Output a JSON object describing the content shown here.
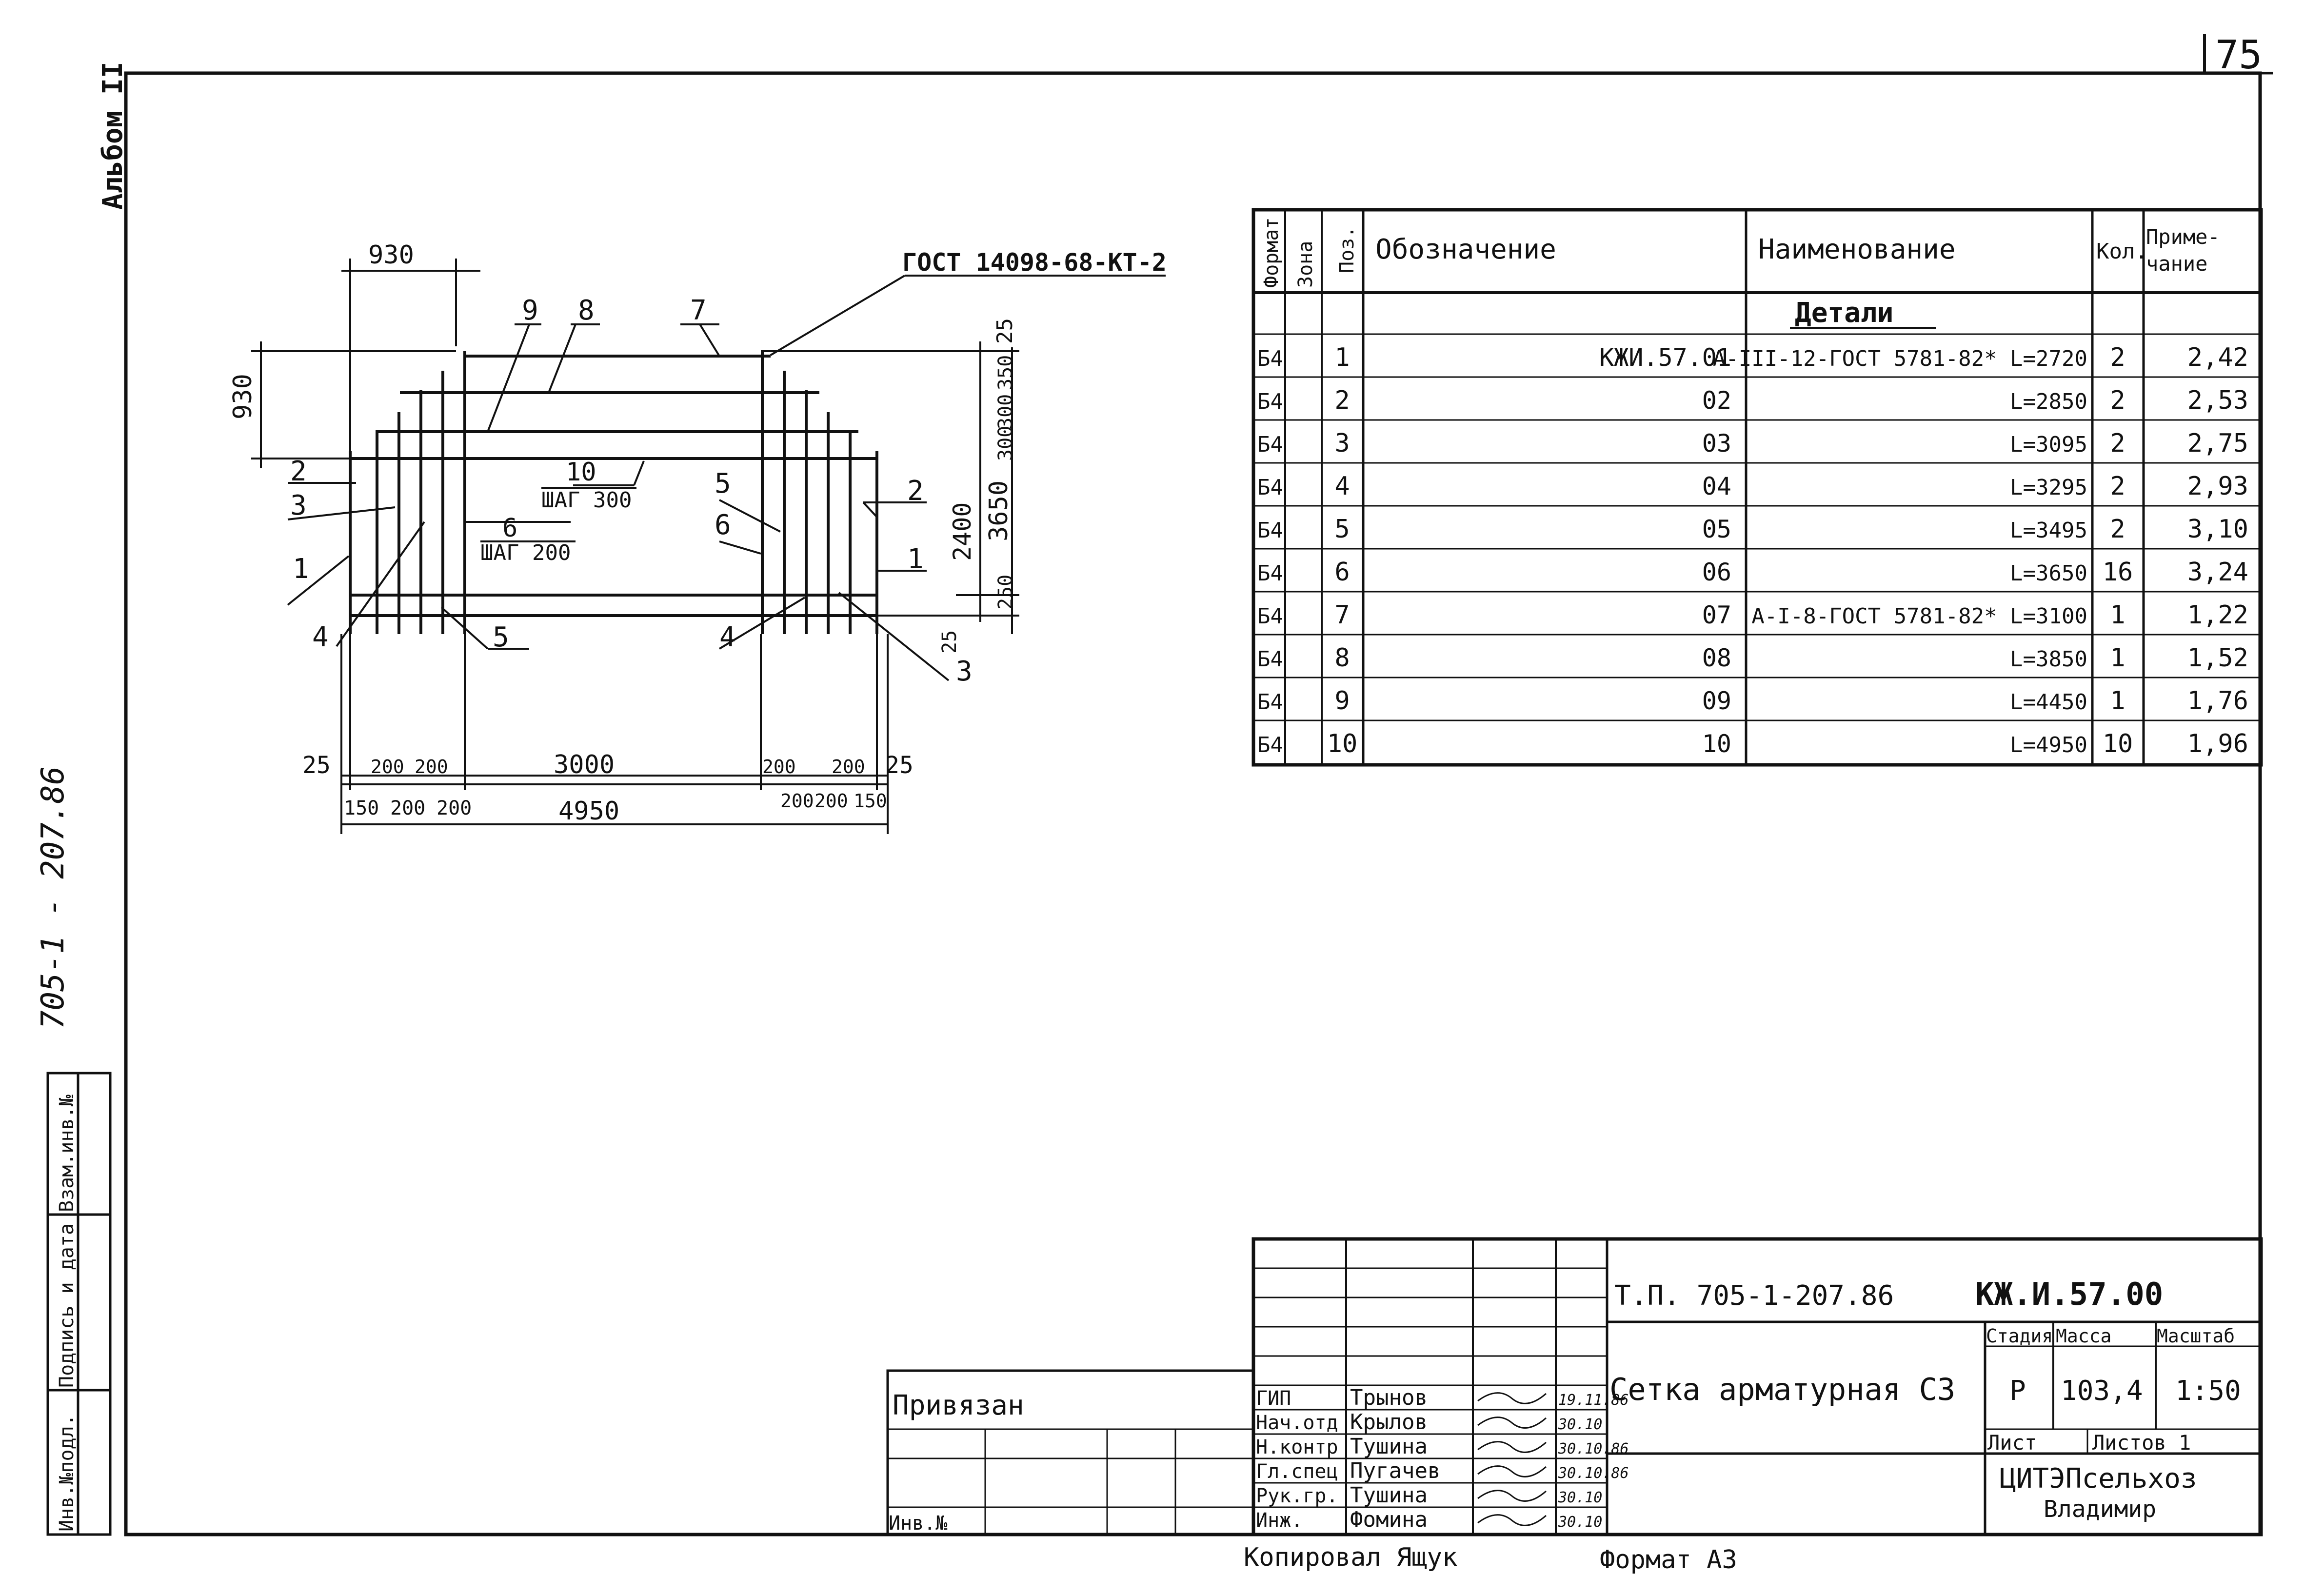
{
  "sheet": {
    "page_number": "75",
    "album": "Альбом II",
    "side_code": "705-1 - 207.86",
    "copied": "Копировал Ящук",
    "format": "Формат А3"
  },
  "left_stamp": {
    "cells": [
      "Инв.№подл.",
      "Подпись и дата",
      "Взам.инв.№"
    ]
  },
  "drawing": {
    "gost_ref": "ГОСТ 14098-68-КТ-2",
    "dims": {
      "top_930": "930",
      "left_930": "930",
      "right_25": "25",
      "right_350a": "350",
      "right_300a": "300",
      "right_300b": "300",
      "right_2400": "2400",
      "right_250": "250",
      "right_3650": "3650",
      "bottom_25r": "25",
      "b_25": "25",
      "b_200a": "200",
      "b_200b": "200",
      "b_3000": "3000",
      "b_200c": "200",
      "b_200d": "200",
      "b_25b": "25",
      "b_150": "150",
      "b_200e": "200",
      "b_200f": "200",
      "b_200g": "200",
      "b_200h": "200",
      "b_150b": "150",
      "b_4950": "4950"
    },
    "callouts": {
      "c9": "9",
      "c8": "8",
      "c7": "7",
      "c2l": "2",
      "c3l": "3",
      "c1l": "1",
      "c4l": "4",
      "c5m": "5",
      "c10": "10",
      "step300": "ШАГ 300",
      "c6": "6",
      "step200": "ШАГ 200",
      "c5r": "5",
      "c6r": "6",
      "c2r": "2",
      "c1r": "1",
      "c4r": "4",
      "c3r": "3"
    }
  },
  "spec_table": {
    "headers": {
      "format": "Формат",
      "zone": "Зона",
      "pos": "Поз.",
      "designation": "Обозначение",
      "name": "Наименование",
      "qty": "Кол.",
      "note": "Приме-\nчание"
    },
    "section": "Детали",
    "rows": [
      {
        "format": "Б4",
        "pos": "1",
        "designation": "КЖИ.57.01",
        "name": "А-III-12-ГОСТ 5781-82* L=2720",
        "qty": "2",
        "note": "2,42"
      },
      {
        "format": "Б4",
        "pos": "2",
        "designation": "02",
        "name": "L=2850",
        "qty": "2",
        "note": "2,53"
      },
      {
        "format": "Б4",
        "pos": "3",
        "designation": "03",
        "name": "L=3095",
        "qty": "2",
        "note": "2,75"
      },
      {
        "format": "Б4",
        "pos": "4",
        "designation": "04",
        "name": "L=3295",
        "qty": "2",
        "note": "2,93"
      },
      {
        "format": "Б4",
        "pos": "5",
        "designation": "05",
        "name": "L=3495",
        "qty": "2",
        "note": "3,10"
      },
      {
        "format": "Б4",
        "pos": "6",
        "designation": "06",
        "name": "L=3650",
        "qty": "16",
        "note": "3,24"
      },
      {
        "format": "Б4",
        "pos": "7",
        "designation": "07",
        "name": "А-I-8-ГОСТ 5781-82* L=3100",
        "qty": "1",
        "note": "1,22"
      },
      {
        "format": "Б4",
        "pos": "8",
        "designation": "08",
        "name": "L=3850",
        "qty": "1",
        "note": "1,52"
      },
      {
        "format": "Б4",
        "pos": "9",
        "designation": "09",
        "name": "L=4450",
        "qty": "1",
        "note": "1,76"
      },
      {
        "format": "Б4",
        "pos": "10",
        "designation": "10",
        "name": "L=4950",
        "qty": "10",
        "note": "1,96"
      }
    ]
  },
  "title_block": {
    "tp": "Т.П. 705-1-207.86",
    "code": "КЖ.И.57.00",
    "title": "Сетка арматурная С3",
    "stage_label": "Стадия",
    "mass_label": "Масса",
    "scale_label": "Масштаб",
    "stage": "Р",
    "mass": "103,4",
    "scale": "1:50",
    "sheet_label": "Лист",
    "sheets_label": "Листов 1",
    "org1": "ЦИТЭПсельхоз",
    "org2": "Владимир",
    "bound": "Привязан",
    "inv": "Инв.№",
    "people": [
      {
        "role": "ГИП",
        "name": "Трынов",
        "date": "19.11.86"
      },
      {
        "role": "Нач.отд",
        "name": "Крылов",
        "date": "30.10"
      },
      {
        "role": "Н.контр",
        "name": "Тушина",
        "date": "30.10.86"
      },
      {
        "role": "Гл.спец",
        "name": "Пугачев",
        "date": "30.10.86"
      },
      {
        "role": "Рук.гр.",
        "name": "Тушина",
        "date": "30.10"
      },
      {
        "role": "Инж.",
        "name": "Фомина",
        "date": "30.10"
      }
    ]
  }
}
